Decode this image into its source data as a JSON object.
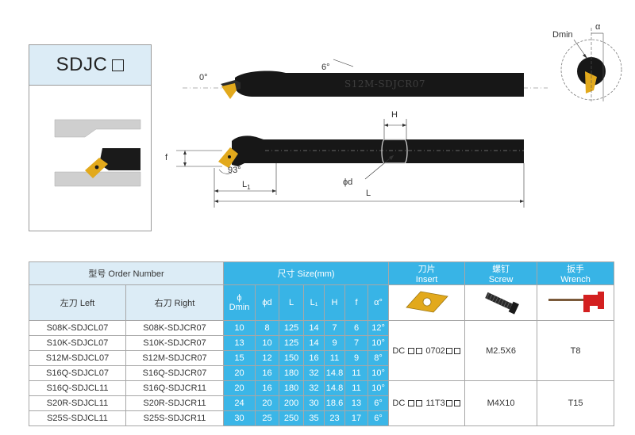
{
  "model": {
    "title": "SDJC"
  },
  "drawing": {
    "angle_zero": "0°",
    "angle_six": "6°",
    "marking": "S12M-SDJCR07",
    "label_h": "H",
    "label_f": "f",
    "label_93": "93°",
    "label_l1": "L",
    "label_l1_sub": "1",
    "label_phid": "ϕd",
    "label_l": "L",
    "label_dmin": "Dmin",
    "label_alpha": "α"
  },
  "table": {
    "order_header": "型号 Order Number",
    "size_header": "尺寸 Size(mm)",
    "insert_header_cn": "刀片",
    "insert_header_en": "Insert",
    "screw_header_cn": "螺钉",
    "screw_header_en": "Screw",
    "wrench_header_cn": "扳手",
    "wrench_header_en": "Wrench",
    "left_header": "左刀 Left",
    "right_header": "右刀 Right",
    "col_dmin_sym": "ϕ",
    "col_dmin": "Dmin",
    "col_phid": "ϕd",
    "col_l": "L",
    "col_l1": "L₁",
    "col_h": "H",
    "col_f": "f",
    "col_alpha": "α°",
    "rows": [
      {
        "left": "S08K-SDJCL07",
        "right": "S08K-SDJCR07",
        "dmin": "10",
        "d": "8",
        "l": "125",
        "l1": "14",
        "h": "7",
        "f": "6",
        "a": "12°"
      },
      {
        "left": "S10K-SDJCL07",
        "right": "S10K-SDJCR07",
        "dmin": "13",
        "d": "10",
        "l": "125",
        "l1": "14",
        "h": "9",
        "f": "7",
        "a": "10°"
      },
      {
        "left": "S12M-SDJCL07",
        "right": "S12M-SDJCR07",
        "dmin": "15",
        "d": "12",
        "l": "150",
        "l1": "16",
        "h": "11",
        "f": "9",
        "a": "8°"
      },
      {
        "left": "S16Q-SDJCL07",
        "right": "S16Q-SDJCR07",
        "dmin": "20",
        "d": "16",
        "l": "180",
        "l1": "32",
        "h": "14.8",
        "f": "11",
        "a": "10°"
      },
      {
        "left": "S16Q-SDJCL11",
        "right": "S16Q-SDJCR11",
        "dmin": "20",
        "d": "16",
        "l": "180",
        "l1": "32",
        "h": "14.8",
        "f": "11",
        "a": "10°"
      },
      {
        "left": "S20R-SDJCL11",
        "right": "S20R-SDJCR11",
        "dmin": "24",
        "d": "20",
        "l": "200",
        "l1": "30",
        "h": "18.6",
        "f": "13",
        "a": "6°"
      },
      {
        "left": "S25S-SDJCL11",
        "right": "S25S-SDJCR11",
        "dmin": "30",
        "d": "25",
        "l": "250",
        "l1": "35",
        "h": "23",
        "f": "17",
        "a": "6°"
      }
    ],
    "group1": {
      "insert_prefix": "DC",
      "insert_mid": "0702",
      "screw": "M2.5X6",
      "wrench": "T8"
    },
    "group2": {
      "insert_prefix": "DC",
      "insert_mid": "11T3",
      "screw": "M4X10",
      "wrench": "T15"
    }
  },
  "colors": {
    "header_blue": "#38b4e6",
    "header_light": "#dcecf6",
    "insert_gold": "#e2a91c",
    "wrench_red": "#d32020"
  }
}
